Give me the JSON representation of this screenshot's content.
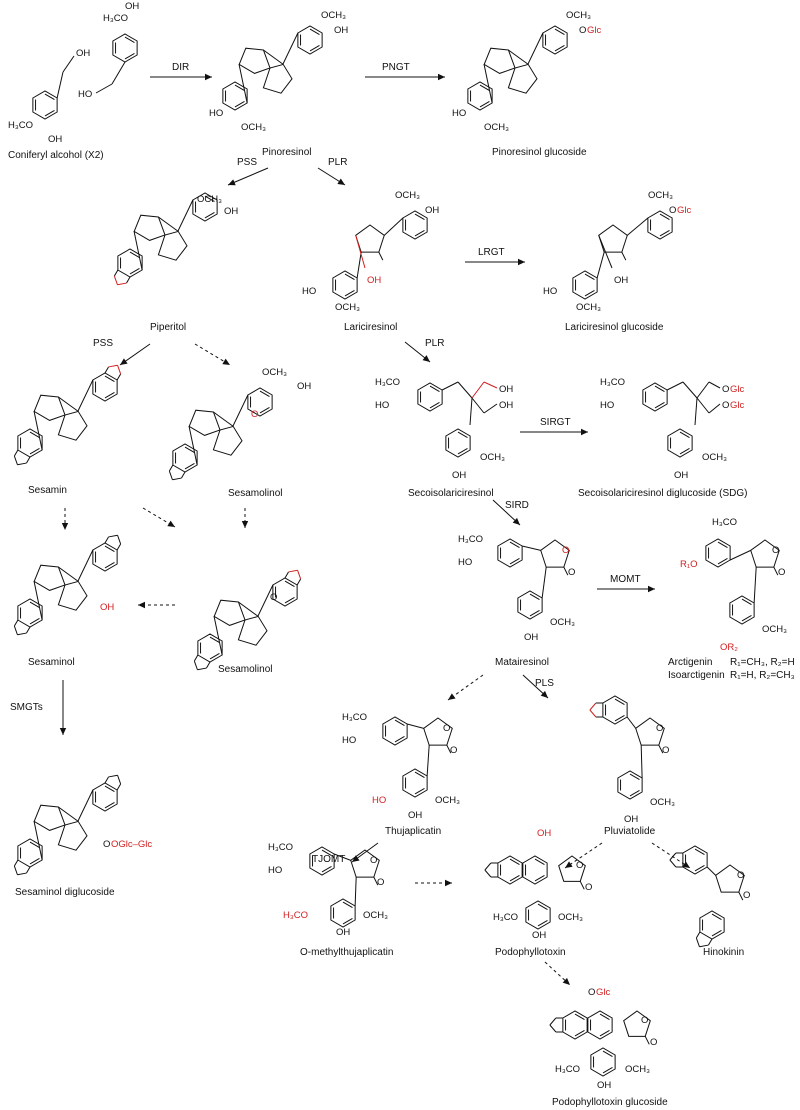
{
  "compounds": {
    "coniferyl": "Coniferyl alcohol (X2)",
    "pinoresinol": "Pinoresinol",
    "pinoresinol_glc": "Pinoresinol glucoside",
    "piperitol": "Piperitol",
    "lariciresinol": "Lariciresinol",
    "lariciresinol_glc": "Lariciresinol glucoside",
    "sesamin": "Sesamin",
    "sesamolinol": "Sesamolinol",
    "secoiso": "Secoisolariciresinol",
    "sdg": "Secoisolariciresinol diglucoside (SDG)",
    "sesaminol": "Sesaminol",
    "sesamolin": "Sesamolinol",
    "matairesinol": "Matairesinol",
    "arctigenin": "Arctigenin",
    "isoarctigenin": "Isoarctigenin",
    "sesaminol_diglc": "Sesaminol diglucoside",
    "thujaplicatin": "Thujaplicatin",
    "pluviatolide": "Pluviatolide",
    "omethyl": "O-methylthujaplicatin",
    "podophyllotoxin": "Podophyllotoxin",
    "hinokinin": "Hinokinin",
    "podo_glc": "Podophyllotoxin glucoside"
  },
  "arctigenin_r": "R₁=CH₃, R₂=H",
  "isoarctigenin_r": "R₁=H, R₂=CH₃",
  "enzymes": {
    "dir": "DIR",
    "pngt": "PNGT",
    "pss1": "PSS",
    "plr1": "PLR",
    "lrgt": "LRGT",
    "pss2": "PSS",
    "plr2": "PLR",
    "sirgt": "SIRGT",
    "sird": "SIRD",
    "momt": "MOMT",
    "pls": "PLS",
    "smgts": "SMGTs",
    "tjomt": "TJOMT"
  },
  "groups": {
    "och3": "OCH₃",
    "h3co": "H₃CO",
    "oh": "OH",
    "ho": "HO",
    "o": "O",
    "oglc": "OGlc",
    "glc": "Glc",
    "oglc_glc": "OGlc–Glc",
    "r1o": "R₁O",
    "or2": "OR₂"
  },
  "colors": {
    "highlight": "#d11f1f",
    "ink": "#111111"
  }
}
